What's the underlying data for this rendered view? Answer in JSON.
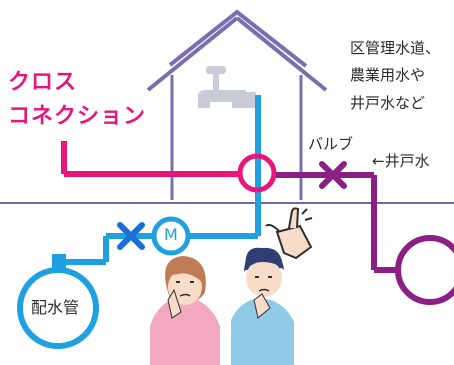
{
  "title": {
    "line1": "クロス",
    "line2": "コネクション"
  },
  "notes": {
    "other_water_line1": "区管理水道、",
    "other_water_line2": "農業用水や",
    "other_water_line3": "井戸水など",
    "valve": "バルブ",
    "well_water": "←井戸水",
    "meter": "M",
    "main_pipe": "配水管"
  },
  "colors": {
    "cross_connection": "#e8167c",
    "tap_water": "#1fa0e0",
    "well_water": "#8c1f86",
    "valve": "#1a6fd6",
    "house_outline": "#7a6eb0",
    "ground_line": "#6d6aa8",
    "faucet": "#c9ccd6"
  }
}
